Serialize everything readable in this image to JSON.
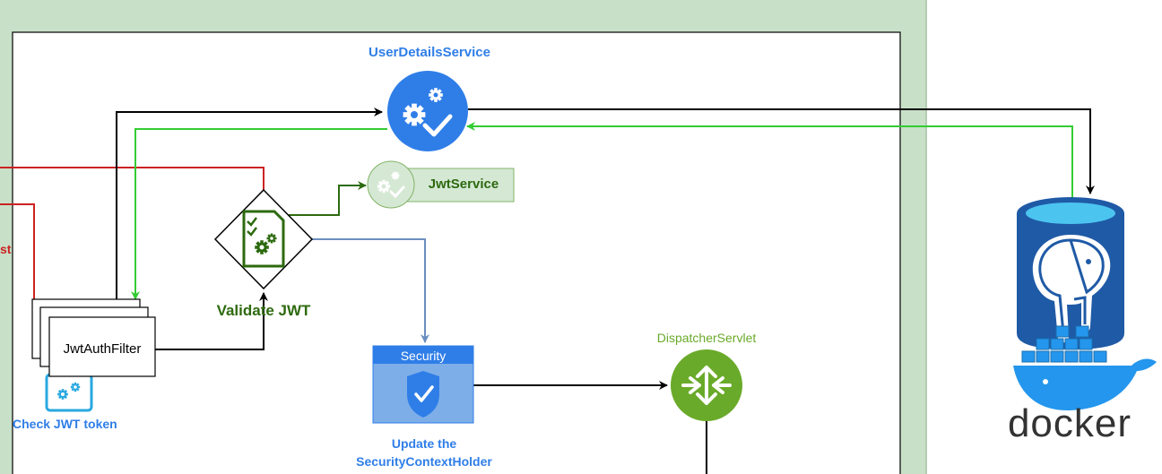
{
  "nodes": {
    "user_details_service": {
      "label": "UserDetailsService",
      "color": "#2f7ee8"
    },
    "jwt_service": {
      "label": "JwtService",
      "color": "#2d6a0f"
    },
    "validate_jwt": {
      "label": "Validate JWT",
      "color": "#2d6a0f"
    },
    "jwt_auth_filter": {
      "label": "JwtAuthFilter"
    },
    "check_jwt_token": {
      "label": "Check JWT token",
      "color": "#2f7ee8"
    },
    "security_context": {
      "header": "Security",
      "label_line1": "Update the",
      "label_line2": "SecurityContextHolder",
      "color": "#2f7ee8"
    },
    "dispatcher_servlet": {
      "label": "DispatcherServlet",
      "color": "#6aaa2a"
    },
    "database": {
      "logo_text": "docker",
      "icon": "postgresql-elephant-icon"
    }
  },
  "edge_fragment_text": "st",
  "colors": {
    "app_background": "#c8e0c8",
    "request_line": "#cc2222",
    "response_line": "#33cc33",
    "call_line": "#000000",
    "security_line": "#6c8ebf"
  }
}
